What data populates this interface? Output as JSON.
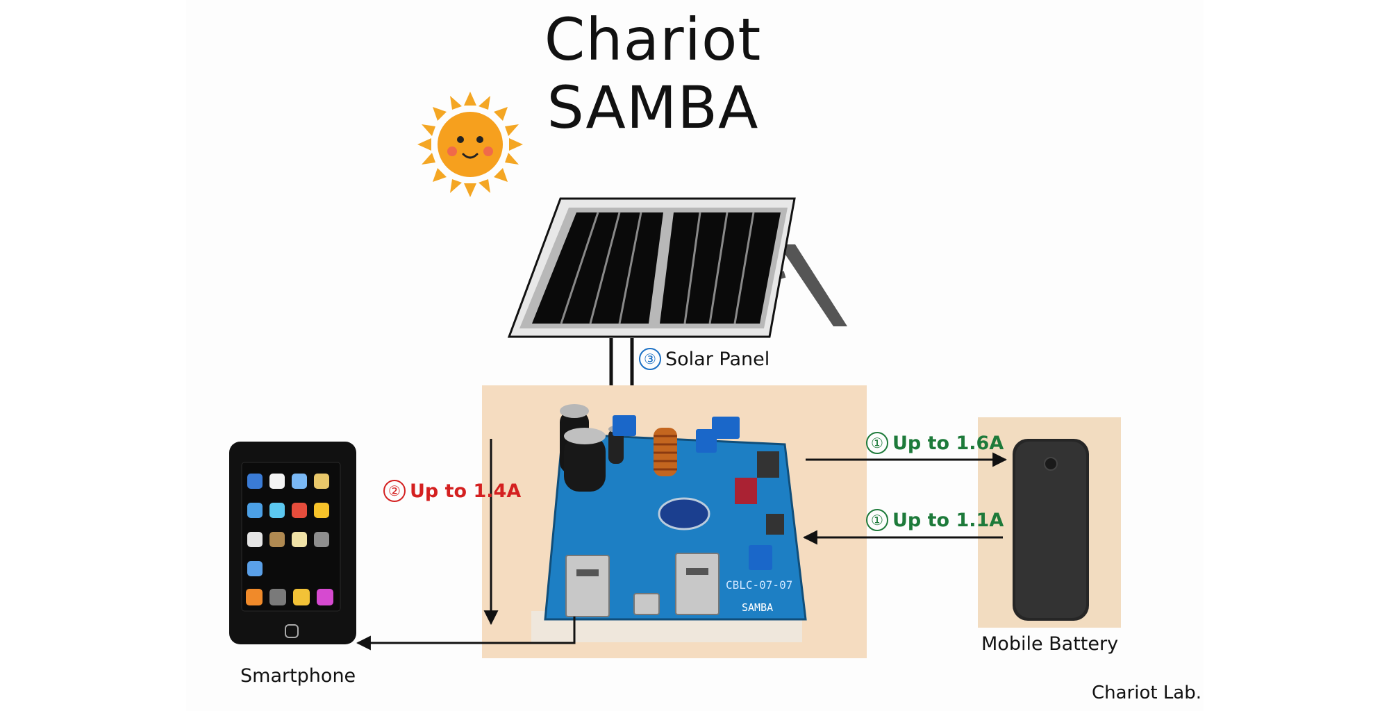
{
  "title": "Chariot SAMBA",
  "components": {
    "solar_panel": {
      "number": "③",
      "label": "Solar Panel"
    },
    "smartphone": {
      "label": "Smartphone"
    },
    "mobile_battery": {
      "label": "Mobile Battery"
    },
    "board": {
      "silkscreen_1": "CBLC-07-07",
      "silkscreen_2": "SAMBA"
    }
  },
  "flows": [
    {
      "id": "to-smartphone",
      "number": "②",
      "text": "Up to 1.4A",
      "color": "#d42020"
    },
    {
      "id": "to-battery",
      "number": "①",
      "text": "Up to 1.6A",
      "color": "#1d7a3a"
    },
    {
      "id": "from-battery",
      "number": "①",
      "text": "Up to 1.1A",
      "color": "#1d7a3a"
    }
  ],
  "colors": {
    "solar_label_number": "#1a6fc4",
    "board": "#1d7fc4",
    "background_photo": "#f5dcc0"
  },
  "credit": "Chariot Lab."
}
